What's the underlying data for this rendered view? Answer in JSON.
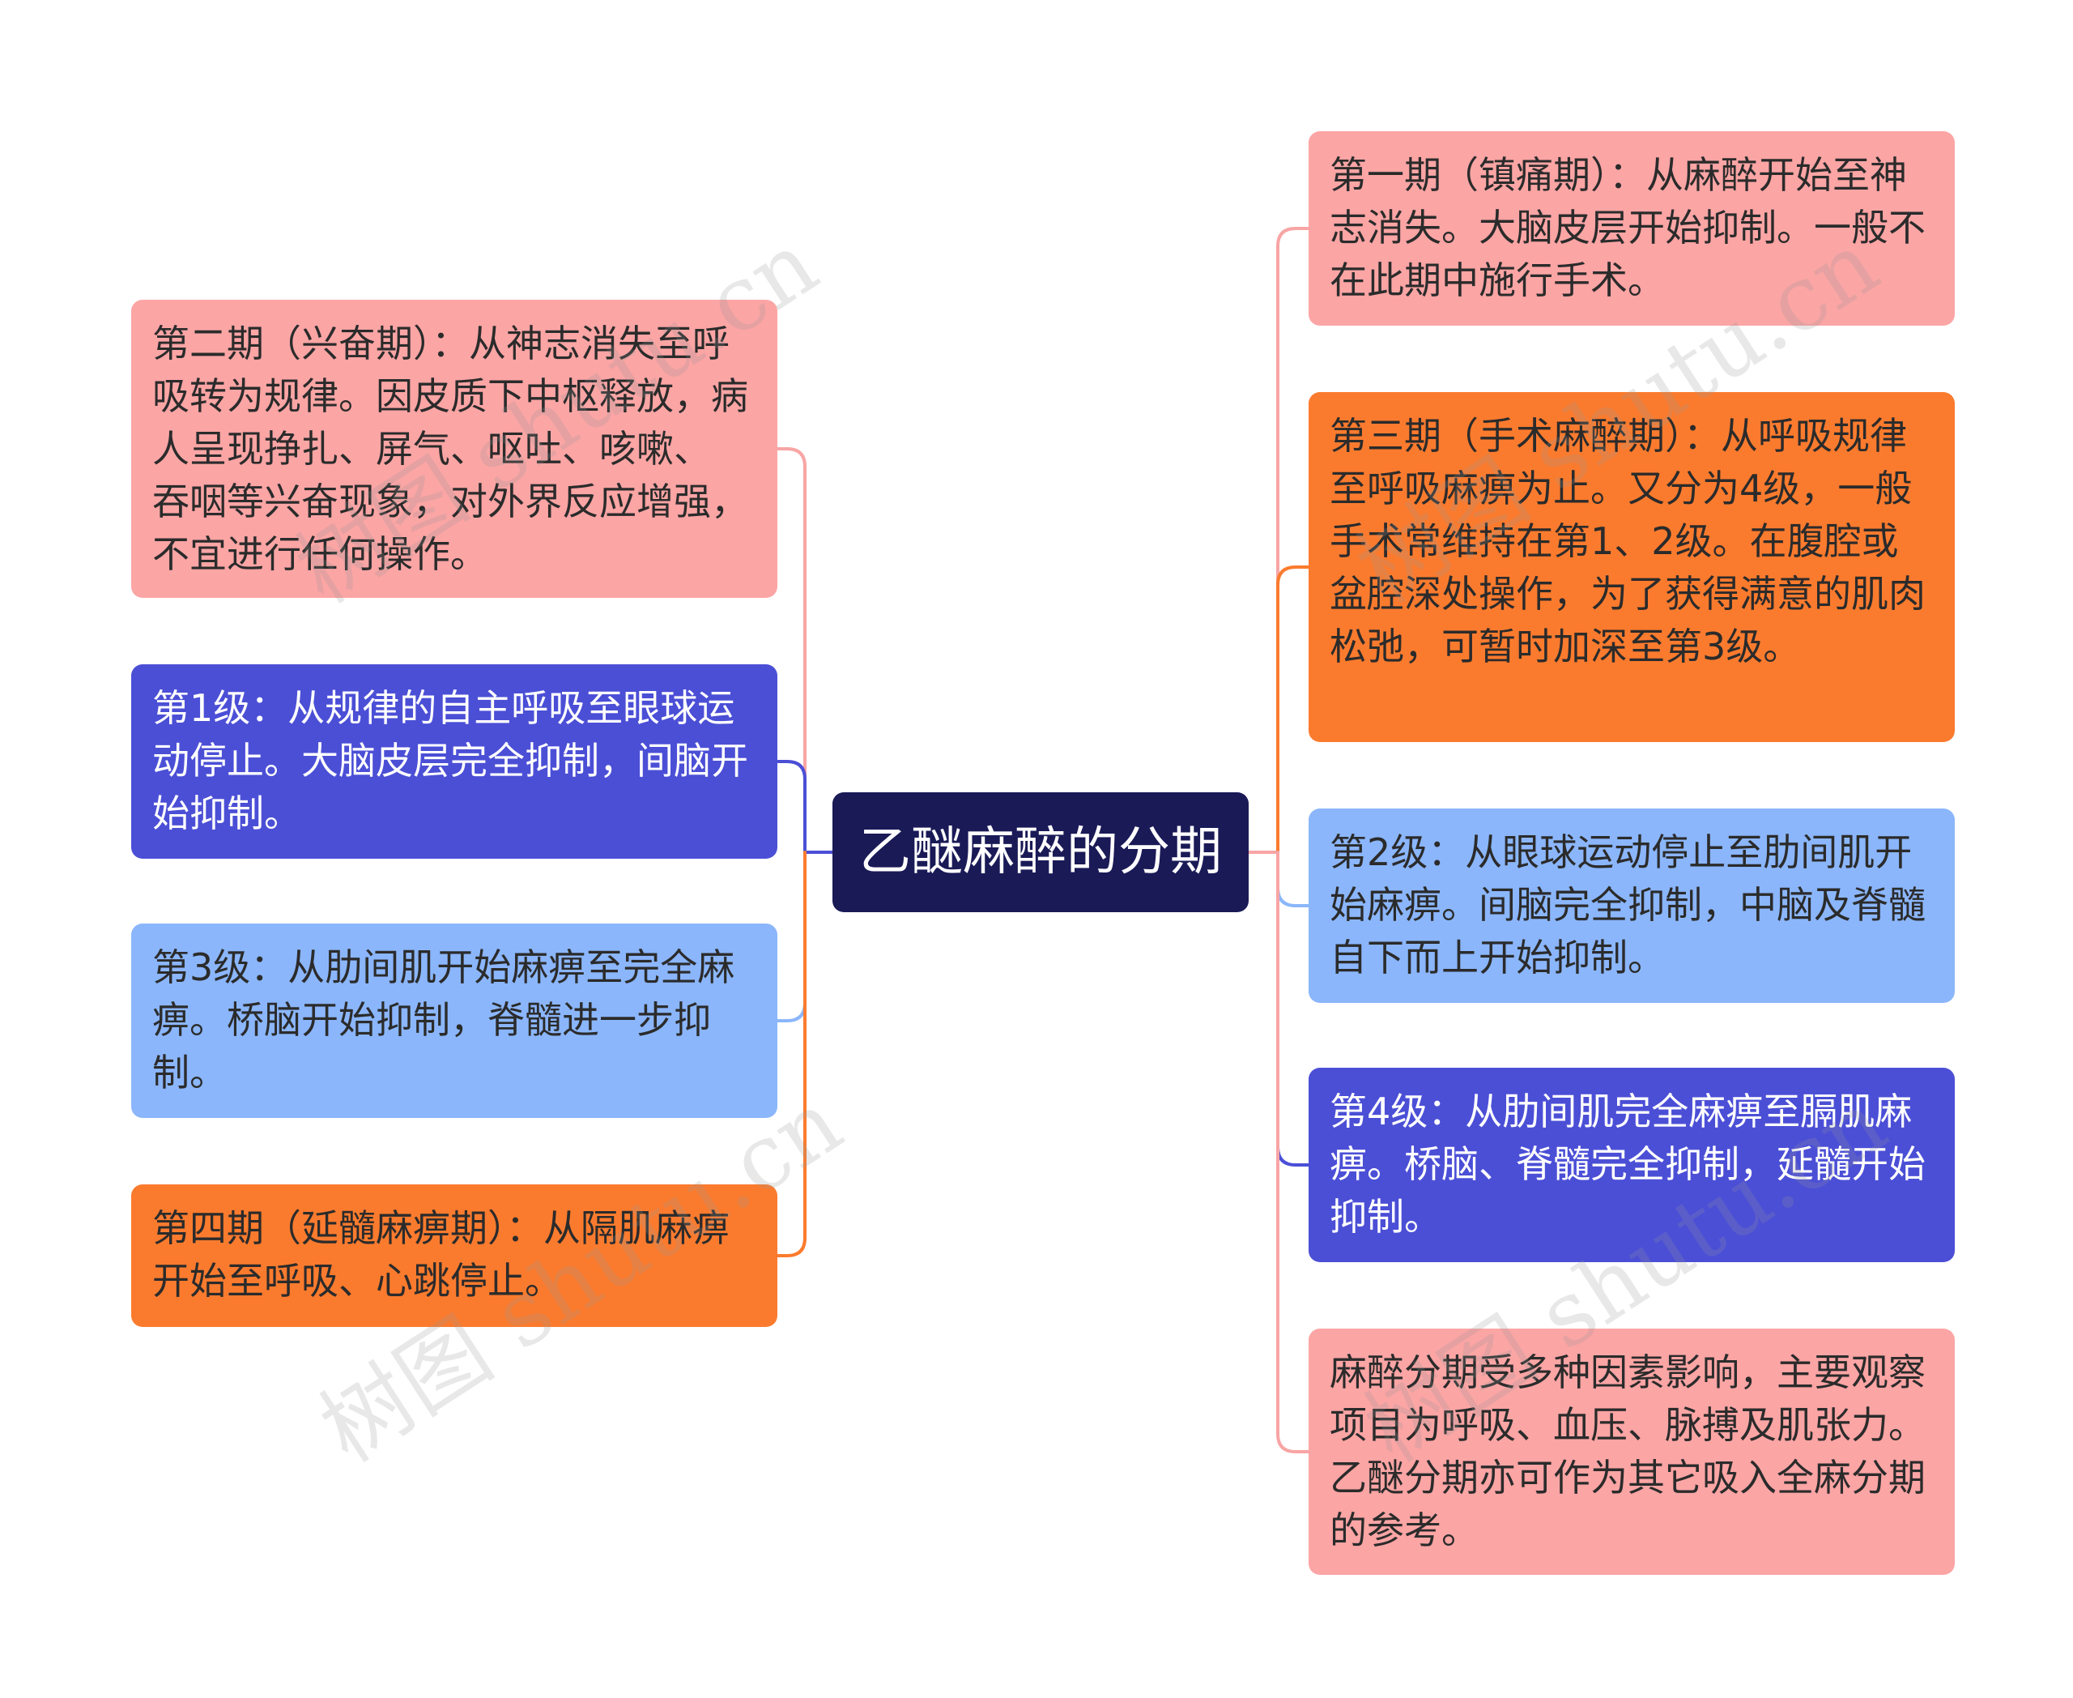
{
  "center": {
    "label": "乙醚麻醉的分期",
    "color": "#1a1a57"
  },
  "left_nodes": [
    {
      "text": "第二期（兴奋期）：从神志消失至呼吸转为规律。因皮质下中枢释放，病人呈现挣扎、屏气、呕吐、咳嗽、 吞咽等兴奋现象，对外界反应增强，不宜进行任何操作。",
      "fill": "#fca5a5",
      "line": "#f8a5a5",
      "dark": false
    },
    {
      "text": "第1级：从规律的自主呼吸至眼球运动停止。大脑皮层完全抑制，间脑开始抑制。",
      "fill": "#4b4fd6",
      "line": "#4b4fd6",
      "dark": true
    },
    {
      "text": "第3级：从肋间肌开始麻痹至完全麻痹。桥脑开始抑制，脊髓进一步抑制。",
      "fill": "#8bb6fb",
      "line": "#8bb6fb",
      "dark": false
    },
    {
      "text": "第四期（延髓麻痹期）：从隔肌麻痹开始至呼吸、心跳停止。",
      "fill": "#fb7b2e",
      "line": "#fb7b2e",
      "dark": false
    }
  ],
  "right_nodes": [
    {
      "text": "第一期（镇痛期）：从麻醉开始至神志消失。大脑皮层开始抑制。一般不在此期中施行手术。",
      "fill": "#fca5a5",
      "line": "#f8a5a5",
      "dark": false
    },
    {
      "text": "第三期（手术麻醉期）：从呼吸规律至呼吸麻痹为止。又分为4级，一般手术常维持在第1、2级。在腹腔或盆腔深处操作，为了获得满意的肌肉松弛，可暂时加深至第3级。",
      "fill": "#fb7b2e",
      "line": "#fb7b2e",
      "dark": false
    },
    {
      "text": "第2级：从眼球运动停止至肋间肌开始麻痹。间脑完全抑制，中脑及脊髓自下而上开始抑制。",
      "fill": "#8bb6fb",
      "line": "#8bb6fb",
      "dark": false
    },
    {
      "text": "第4级：从肋间肌完全麻痹至膈肌麻痹。桥脑、脊髓完全抑制，延髓开始抑制。",
      "fill": "#4b4fd6",
      "line": "#4b4fd6",
      "dark": true
    },
    {
      "text": "麻醉分期受多种因素影响，主要观察项目为呼吸、血压、脉搏及肌张力。乙醚分期亦可作为其它吸入全麻分期的参考。",
      "fill": "#fca5a5",
      "line": "#f8a5a5",
      "dark": false
    }
  ],
  "watermark": "树图 shutu.cn"
}
